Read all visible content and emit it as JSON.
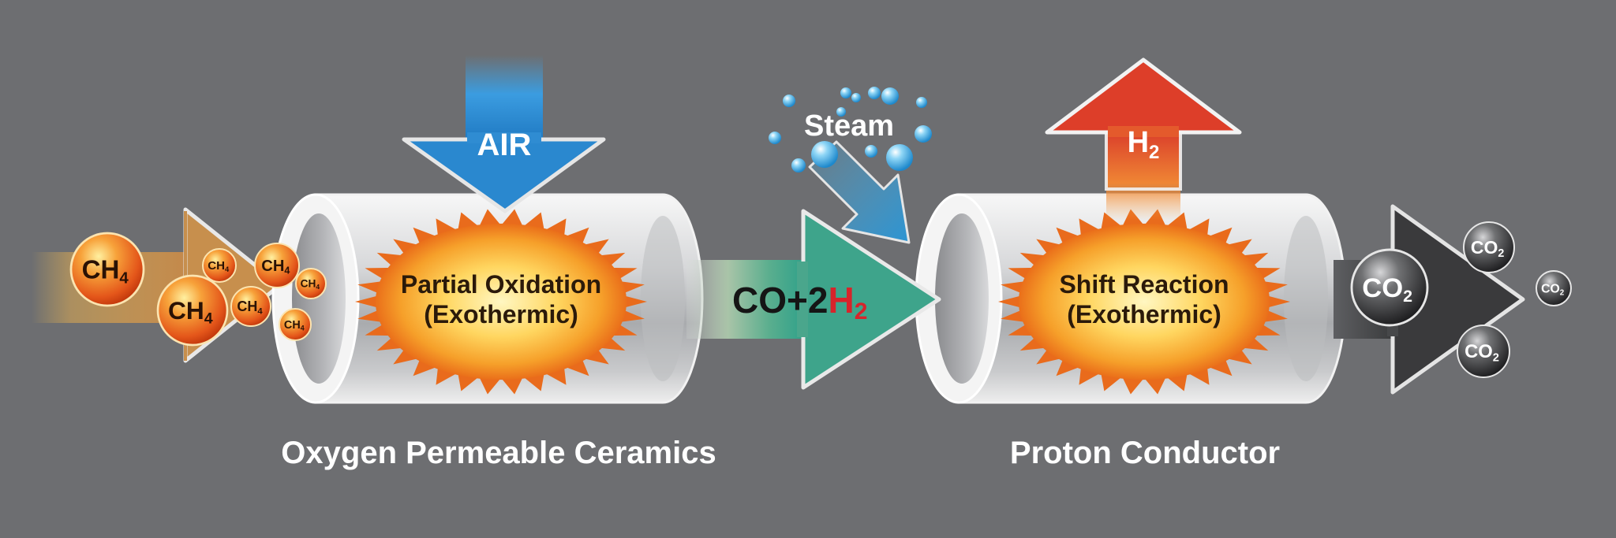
{
  "colors": {
    "background": "#6d6e71",
    "air_arrow": "#2f8fd6",
    "feed_arrow": "#e39a3c",
    "syngas_arrow": "#4aa58a",
    "h2_arrow": "#e4502a",
    "h2_red": "#d7242b",
    "exhaust_arrow": "#3c3c3d",
    "burst_core": "#f4b53a",
    "methane_ball": "#e2611b",
    "co2_ball": "#333335"
  },
  "inputs": {
    "air": "AIR",
    "steam": "Steam",
    "methane": {
      "base": "CH",
      "sub": "4"
    }
  },
  "reactors": {
    "first": {
      "reaction_line1": "Partial Oxidation",
      "reaction_line2": "(Exothermic)",
      "label": "Oxygen Permeable Ceramics"
    },
    "second": {
      "reaction_line1": "Shift Reaction",
      "reaction_line2": "(Exothermic)",
      "label": "Proton Conductor"
    }
  },
  "intermediate": {
    "base": "CO+2",
    "h": "H",
    "sub": "2"
  },
  "products": {
    "hydrogen": {
      "base": "H",
      "sub": "2"
    },
    "co2": {
      "base": "CO",
      "sub": "2"
    }
  }
}
